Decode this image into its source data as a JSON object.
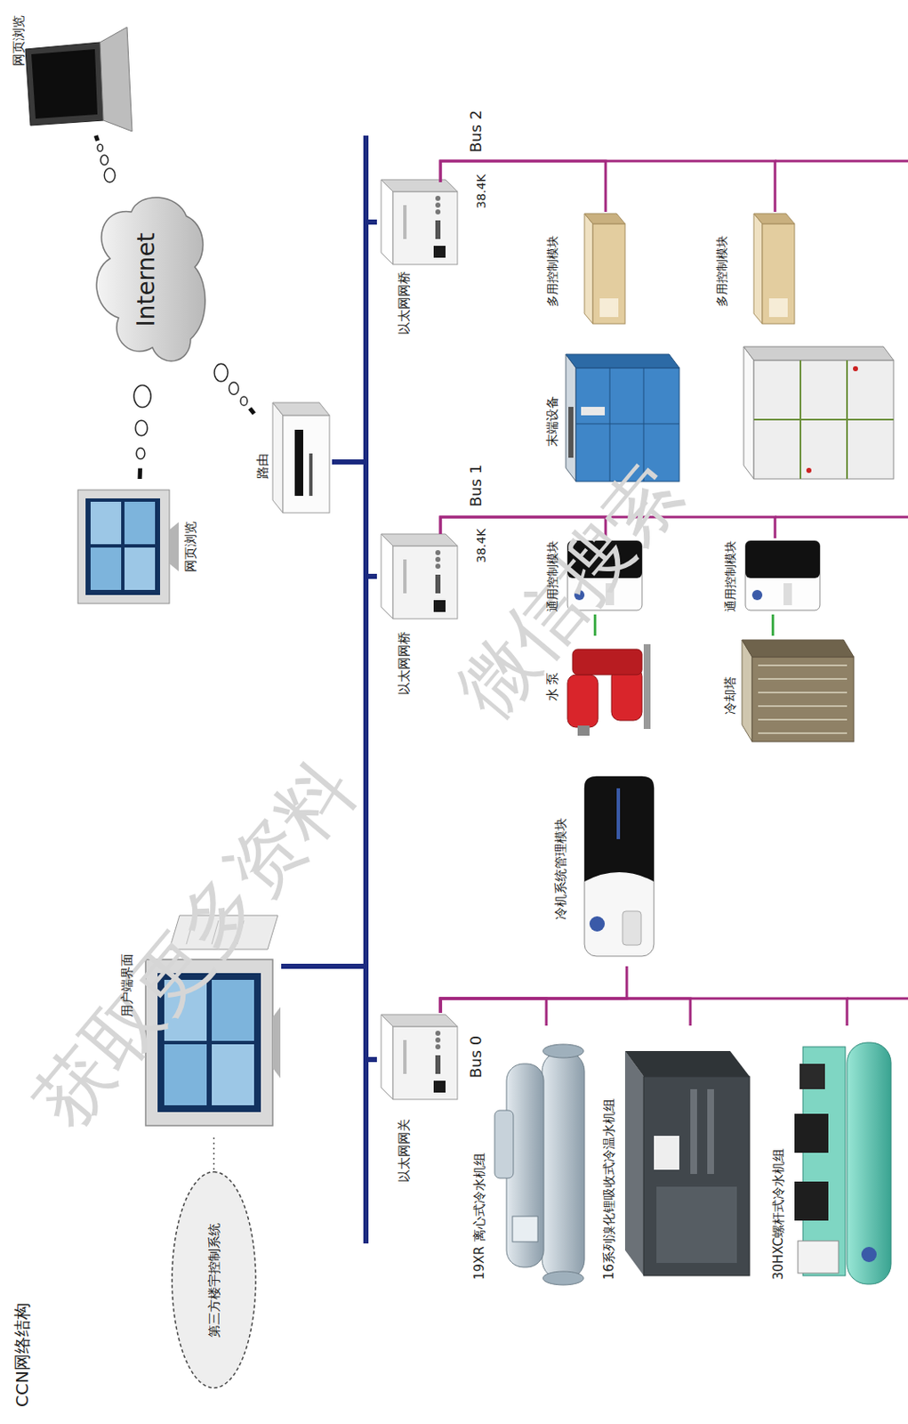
{
  "diagram": {
    "title": "CCN网络结构",
    "nodes": [
      {
        "text": [
          "第三方楼宇控制系统"
        ]
      },
      {
        "text": [
          "用户端界面"
        ]
      },
      {
        "text": [
          "路由"
        ]
      },
      {
        "text": [
          "Internet"
        ]
      },
      {
        "text": [
          "网页浏览"
        ]
      },
      {
        "text": [
          "网页浏览"
        ]
      },
      {
        "text": [
          "以太网网关"
        ]
      },
      {
        "text": [
          "以太网网桥"
        ]
      },
      {
        "text": [
          "以太网网桥"
        ]
      },
      {
        "text": [
          "19XR 离心式冷水机组"
        ]
      },
      {
        "text": [
          "16系列溴化锂吸收式冷温水机组"
        ]
      },
      {
        "text": [
          "30HXC螺杆式冷水机组"
        ]
      },
      {
        "text": [
          "冷机系统管理模块"
        ]
      },
      {
        "text": [
          "水 泵"
        ]
      },
      {
        "text": [
          "通用控制模块"
        ]
      },
      {
        "text": [
          "冷却塔"
        ]
      },
      {
        "text": [
          "通用控制模块"
        ]
      },
      {
        "text": [
          "末端设备"
        ]
      },
      {
        "text": [
          "多用控制模块"
        ]
      },
      {
        "text": [
          "多用控制模块"
        ]
      }
    ],
    "edges": [
      {
        "from": 0,
        "to": 1,
        "arrow": "none"
      },
      {
        "from": 1,
        "to": 6,
        "arrow": "none"
      },
      {
        "from": 1,
        "to": 7,
        "arrow": "none"
      },
      {
        "from": 1,
        "to": 8,
        "arrow": "none"
      },
      {
        "from": 1,
        "to": 2,
        "arrow": "none"
      },
      {
        "from": 3,
        "to": 2,
        "arrow": "none"
      },
      {
        "from": 3,
        "to": 4,
        "arrow": "none"
      },
      {
        "from": 3,
        "to": 5,
        "arrow": "none"
      },
      {
        "from": 6,
        "to": 9,
        "arrow": "none"
      },
      {
        "from": 6,
        "to": 10,
        "arrow": "none"
      },
      {
        "from": 6,
        "to": 11,
        "arrow": "none"
      },
      {
        "from": 6,
        "to": 12,
        "arrow": "none"
      },
      {
        "from": 7,
        "to": 14,
        "arrow": "none"
      },
      {
        "from": 7,
        "to": 16,
        "arrow": "none"
      },
      {
        "from": 14,
        "to": 13,
        "arrow": "none"
      },
      {
        "from": 16,
        "to": 15,
        "arrow": "none"
      },
      {
        "from": 8,
        "to": 18,
        "arrow": "none"
      },
      {
        "from": 8,
        "to": 19,
        "arrow": "none"
      }
    ],
    "labels": [
      "Bus 0",
      "Bus 1",
      "Bus 2",
      "38.4K",
      "38.4K",
      "获取更多资料",
      "微信搜索"
    ]
  }
}
